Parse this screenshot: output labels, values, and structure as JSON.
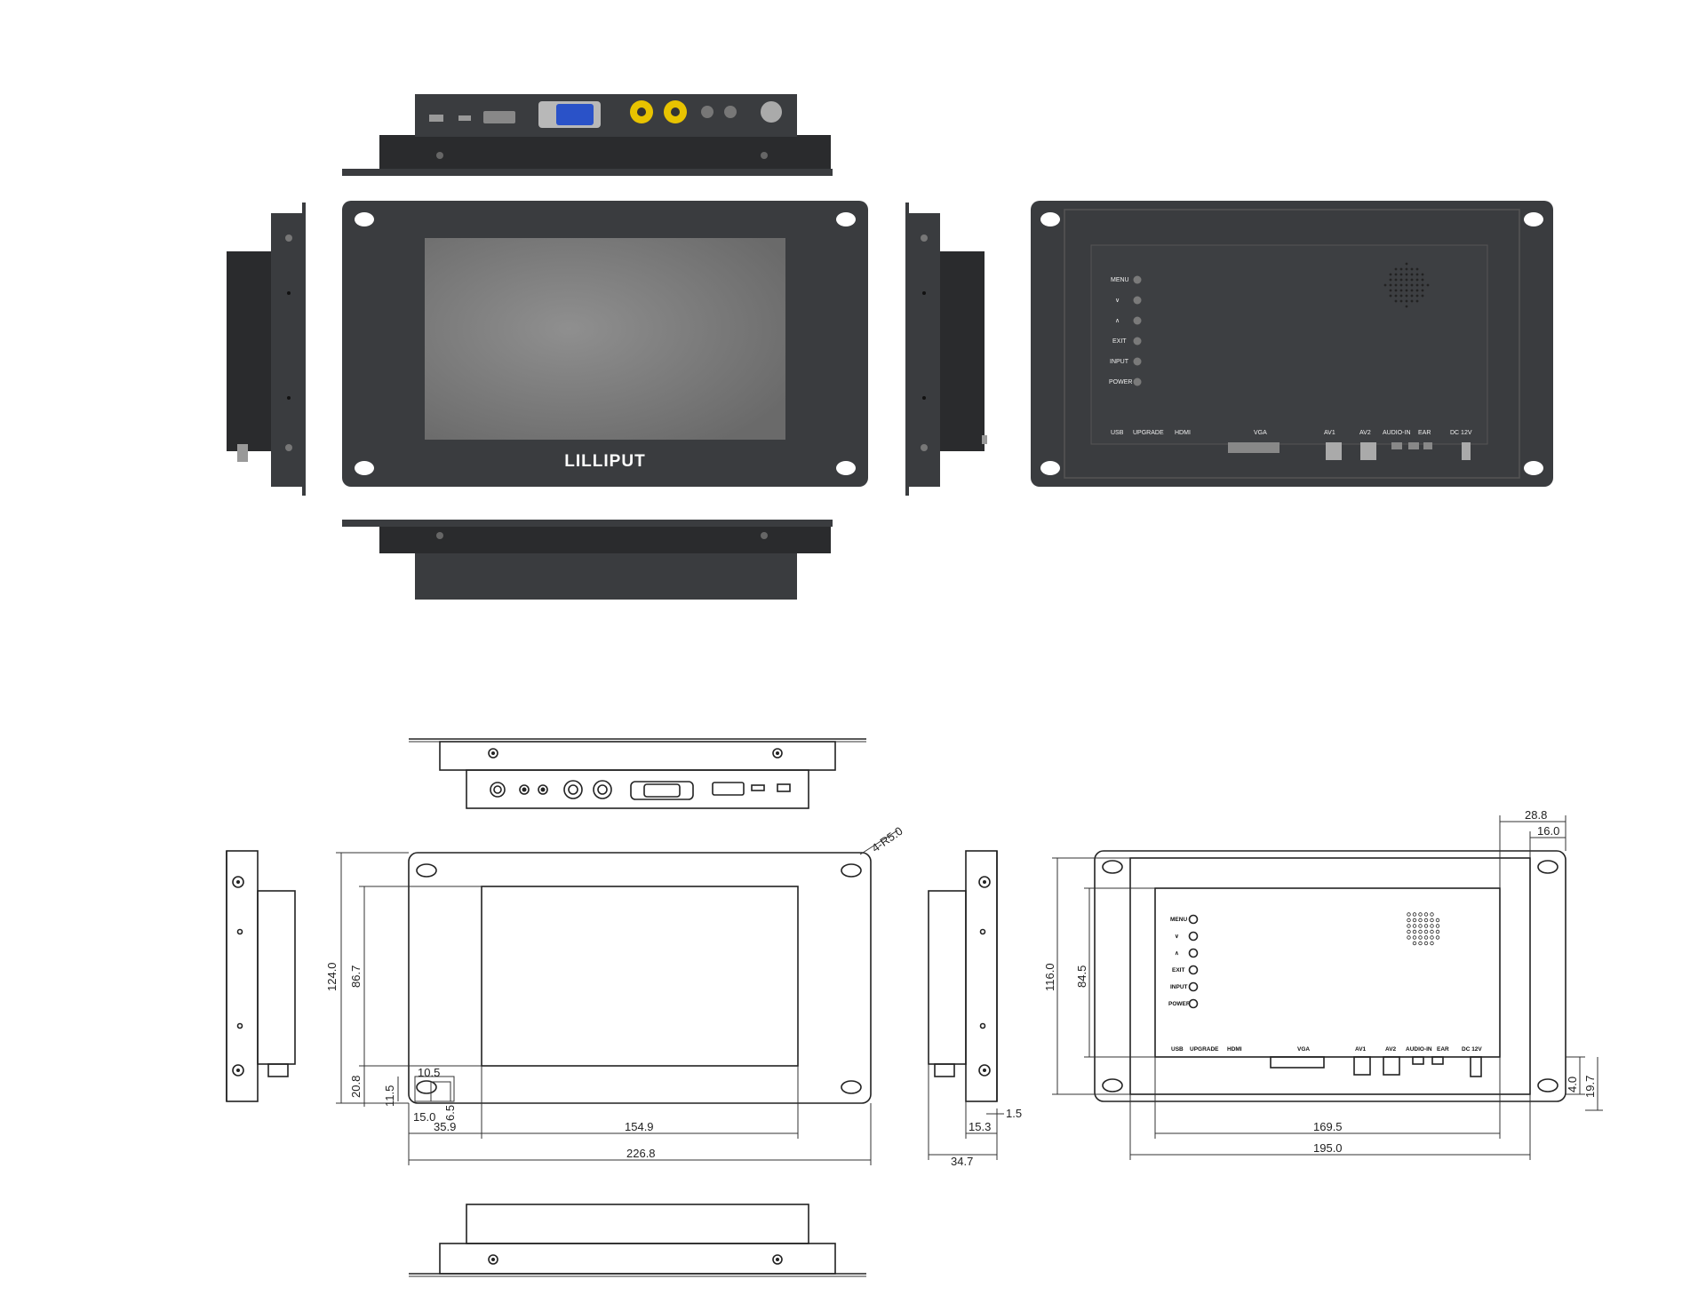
{
  "brand": "LILLIPUT",
  "back_buttons": [
    "MENU",
    "∨",
    "∧",
    "EXIT",
    "INPUT",
    "POWER"
  ],
  "back_ports": {
    "usb": "USB",
    "upgrade": "UPGRADE",
    "hdmi": "HDMI",
    "vga": "VGA",
    "av1": "AV1",
    "av2": "AV2",
    "audio_in": "AUDIO-IN",
    "ear": "EAR",
    "dc": "DC 12V"
  },
  "dimensions": {
    "front": {
      "radius": "4-R5.0",
      "height_total": "124.0",
      "height_screen": "86.7",
      "bottom_offset": "20.8",
      "hole_height": "11.5",
      "hole_width": "10.5",
      "hole_depth": "6.5",
      "hole_offset": "15.0",
      "left_offset": "35.9",
      "screen_width": "154.9",
      "width_total": "226.8"
    },
    "side": {
      "flange": "1.5",
      "body_depth": "15.3",
      "total_depth": "34.7"
    },
    "back": {
      "top_a": "28.8",
      "top_b": "16.0",
      "height_total": "116.0",
      "height_inner": "84.5",
      "right_a": "4.0",
      "right_b": "19.7",
      "width_inner": "169.5",
      "width_total": "195.0"
    }
  }
}
